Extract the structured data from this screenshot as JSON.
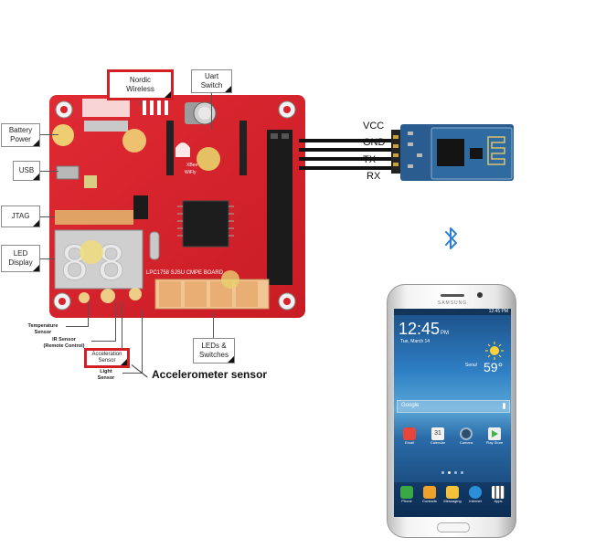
{
  "board": {
    "silk_label": "LPC1758 SJSU CMPE BOARD",
    "xbee_text": "XBee\nWiFly",
    "board_color": "#d9232d"
  },
  "callouts": {
    "nordic": "Nordic\nWireless",
    "uart": "Uart\nSwitch",
    "battery": "Battery\nPower",
    "usb": "USB",
    "jtag": "JTAG",
    "led_display": "LED\nDisplay",
    "leds_switches": "LEDs &\nSwitches",
    "temperature": "Temperature\nSensor",
    "ir": "IR Sensor\n(Remote Control)",
    "acceleration": "Acceleration\nSensor",
    "light": "Light\nSensor",
    "accelerometer_note": "Accelerometer sensor"
  },
  "bt_module": {
    "pins": [
      "VCC",
      "GND",
      "TX",
      "RX"
    ]
  },
  "phone": {
    "brand": "SAMSUNG",
    "status_time": "12:45 PM",
    "clock": "12:45",
    "ampm": "PM",
    "date": "Tue, March 14",
    "weather_city": "Seoul",
    "temperature": "59°",
    "search_label": "Google",
    "apps_row": [
      {
        "label": "Email",
        "icon": "email-icon",
        "color": "#e8463a"
      },
      {
        "label": "Calendar",
        "icon": "calendar-icon",
        "color": "#f2f2f2",
        "badge": "31"
      },
      {
        "label": "Camera",
        "icon": "camera-icon",
        "color": "#2f4e6e"
      },
      {
        "label": "Play Store",
        "icon": "play-store-icon",
        "color": "#eeeeee"
      }
    ],
    "dock": [
      {
        "label": "Phone",
        "icon": "phone-icon",
        "color": "#3aa845"
      },
      {
        "label": "Contacts",
        "icon": "contacts-icon",
        "color": "#f0a12b"
      },
      {
        "label": "Messaging",
        "icon": "messaging-icon",
        "color": "#f5c23c"
      },
      {
        "label": "Internet",
        "icon": "globe-icon",
        "color": "#2a8fd8"
      },
      {
        "label": "Apps",
        "icon": "apps-grid-icon",
        "color": "#6b6b6b"
      }
    ]
  },
  "bluetooth": {
    "icon": "bluetooth-icon",
    "color": "#2b7fd4"
  }
}
